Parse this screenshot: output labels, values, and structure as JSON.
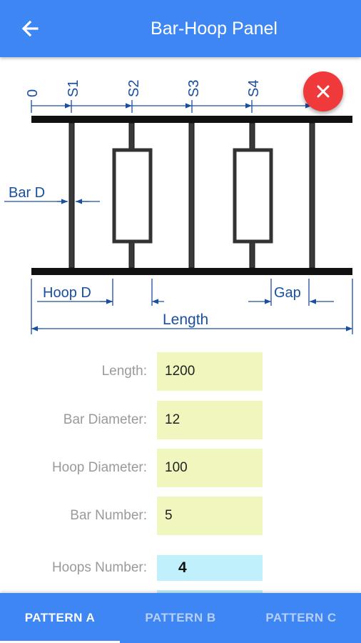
{
  "app": {
    "title": "Bar-Hoop Panel"
  },
  "colors": {
    "primary": "#3d86f4",
    "fab": "#f0393a",
    "input_bg": "#f1f6bf",
    "output_bg": "#c0f0fc",
    "dimension": "#1a4fa0"
  },
  "icons": {
    "back": "arrow-left-icon",
    "close": "close-icon"
  },
  "diagram": {
    "labels": {
      "s0": "0",
      "s1": "S1",
      "s2": "S2",
      "s3": "S3",
      "s4": "S4",
      "bar_d": "Bar D",
      "hoop_d": "Hoop D",
      "gap": "Gap",
      "length": "Length"
    }
  },
  "form": {
    "length": {
      "label": "Length:",
      "value": "1200"
    },
    "bar_diameter": {
      "label": "Bar Diameter:",
      "value": "12"
    },
    "hoop_diameter": {
      "label": "Hoop Diameter:",
      "value": "100"
    },
    "bar_number": {
      "label": "Bar Number:",
      "value": "5"
    },
    "hoops_number": {
      "label": "Hoops Number:",
      "value": "4"
    }
  },
  "tabs": [
    {
      "label": "PATTERN A",
      "active": true
    },
    {
      "label": "PATTERN B",
      "active": false
    },
    {
      "label": "PATTERN C",
      "active": false
    }
  ]
}
